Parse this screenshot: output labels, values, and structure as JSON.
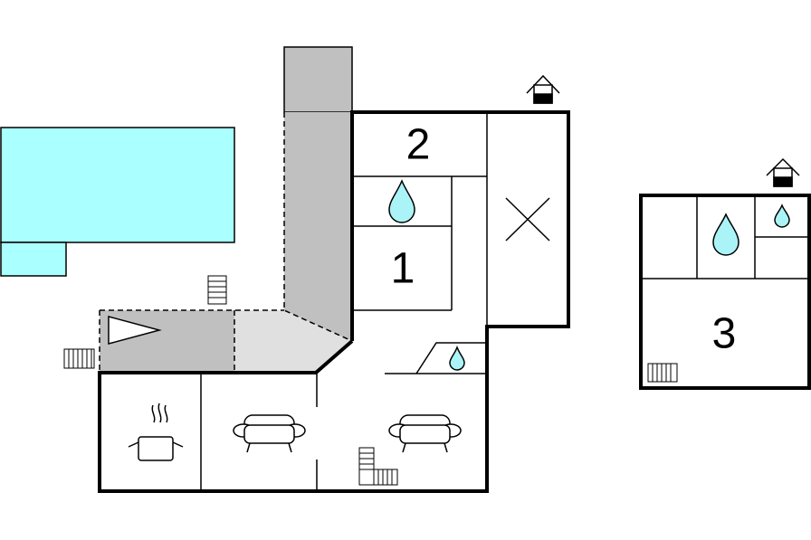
{
  "floor_plan": {
    "rooms": [
      {
        "id": "bedroom-1",
        "label": "1"
      },
      {
        "id": "bedroom-2",
        "label": "2"
      },
      {
        "id": "bedroom-3",
        "label": "3"
      }
    ],
    "colors": {
      "pool": "#aaffff",
      "terrace": "#c0c0c0",
      "terrace_light": "#e0e0e0",
      "walls": "#000000",
      "water_drop": "#aaf4f8"
    },
    "icons": [
      "house-entrance-icon",
      "shower-drop-icon",
      "bed-cross-icon",
      "sofa-icon",
      "cooking-pot-icon",
      "stairs-icon",
      "radiator-icon",
      "triangle-marker-icon"
    ]
  }
}
